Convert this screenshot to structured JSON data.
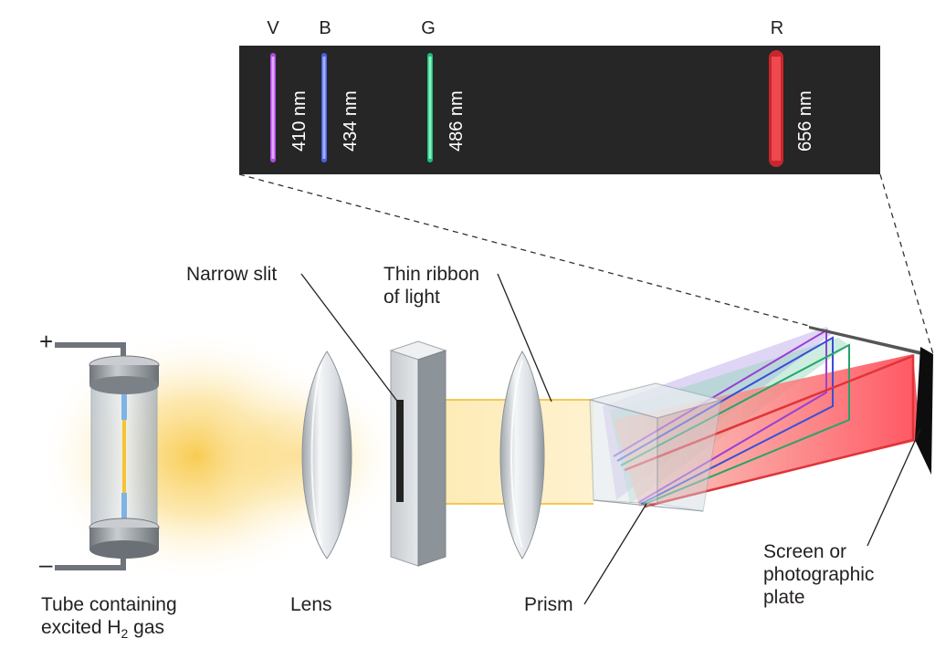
{
  "spectrum": {
    "lines": [
      {
        "letter": "V",
        "wavelength": "410 nm",
        "color": "#b04ce0"
      },
      {
        "letter": "B",
        "wavelength": "434 nm",
        "color": "#4d5fe6"
      },
      {
        "letter": "G",
        "wavelength": "486 nm",
        "color": "#18c07a"
      },
      {
        "letter": "R",
        "wavelength": "656 nm",
        "color": "#e0343a"
      }
    ],
    "background": "#262626"
  },
  "labels": {
    "plus": "+",
    "minus": "–",
    "tube_line1": "Tube containing",
    "tube_line2_prefix": "excited H",
    "tube_line2_sub": "2",
    "tube_line2_suffix": " gas",
    "lens": "Lens",
    "narrow_slit": "Narrow slit",
    "ribbon_line1": "Thin ribbon",
    "ribbon_line2": "of light",
    "prism": "Prism",
    "screen_line1": "Screen or",
    "screen_line2": "photographic",
    "screen_line3": "plate"
  },
  "colors": {
    "glow": "#f8c94a",
    "ribbon_edge": "#f2b829",
    "red_beam": "#ff4a5a",
    "green_beam": "#27a36a",
    "blue_beam": "#3b4fd6",
    "violet_beam": "#9a3fd6"
  }
}
